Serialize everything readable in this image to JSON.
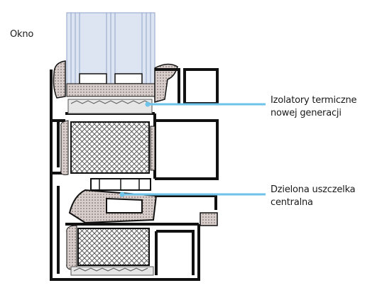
{
  "title": "Okno",
  "callouts": [
    {
      "lines": [
        "Izolatory termiczne",
        "nowej generacji"
      ]
    },
    {
      "lines": [
        "Dzielona uszczelka",
        "centralna"
      ]
    }
  ],
  "colors": {
    "profile": "#111111",
    "glass": "#c7d3e8",
    "glass_lines": "#8ea2c8",
    "gasket": "#8b6b66",
    "insulator": "#d9d9d9",
    "foam": "#ececec",
    "callout_line": "#6ec3ea"
  }
}
